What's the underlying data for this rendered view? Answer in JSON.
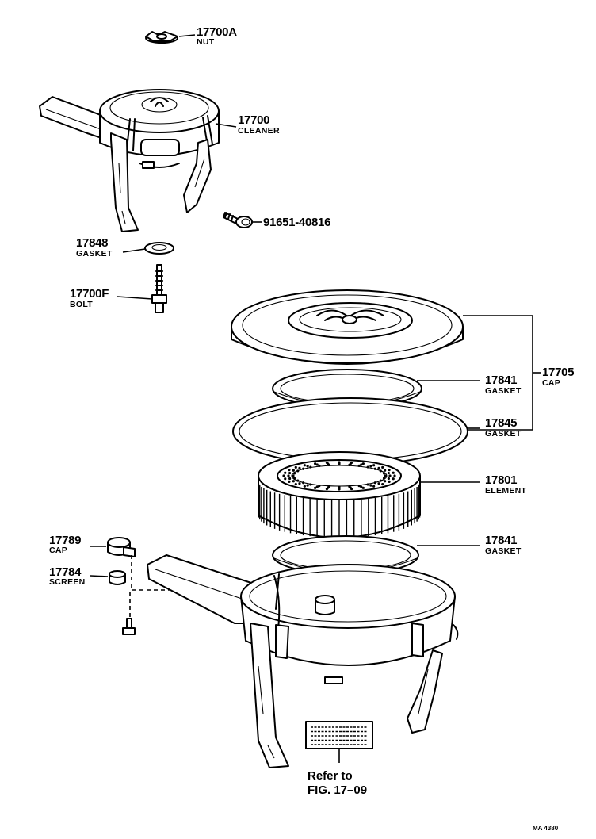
{
  "labels": {
    "nut": {
      "number": "17700A",
      "name": "NUT"
    },
    "cleaner": {
      "number": "17700",
      "name": "CLEANER"
    },
    "bolt_small": {
      "number": "91651-40816"
    },
    "gasket_top": {
      "number": "17848",
      "name": "GASKET"
    },
    "bolt": {
      "number": "17700F",
      "name": "BOLT"
    },
    "gasket_upper": {
      "number": "17841",
      "name": "GASKET"
    },
    "cap_assy": {
      "number": "17705",
      "name": "CAP"
    },
    "gasket_large": {
      "number": "17845",
      "name": "GASKET"
    },
    "element": {
      "number": "17801",
      "name": "ELEMENT"
    },
    "gasket_lower": {
      "number": "17841",
      "name": "GASKET"
    },
    "cap_small": {
      "number": "17789",
      "name": "CAP"
    },
    "screen": {
      "number": "17784",
      "name": "SCREEN"
    }
  },
  "reference": {
    "line1": "Refer to",
    "line2": "FIG. 17–09"
  },
  "drawing_code": "MA 4380"
}
